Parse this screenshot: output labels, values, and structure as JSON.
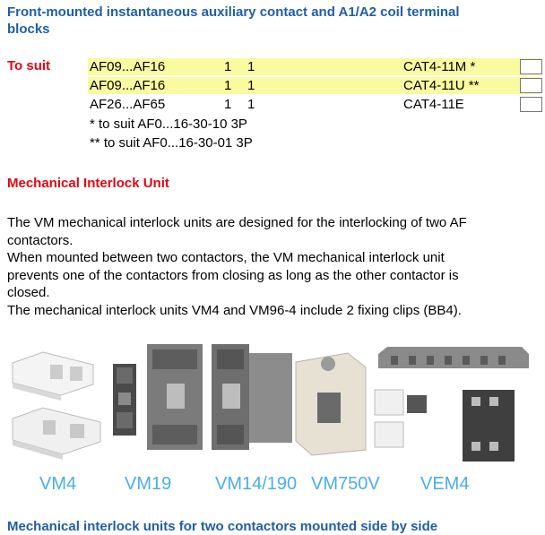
{
  "header": {
    "title_line1": "Front-mounted instantaneous auxiliary contact and A1/A2 coil terminal",
    "title_line2": "blocks"
  },
  "suit": {
    "label": "To suit",
    "rows": [
      {
        "range": "AF09...AF16",
        "a": "1",
        "b": "1",
        "code": "CAT4-11M *",
        "highlight": true
      },
      {
        "range": "AF09...AF16",
        "a": "1",
        "b": "1",
        "code": "CAT4-11U **",
        "highlight": true
      },
      {
        "range": "AF26...AF65",
        "a": "1",
        "b": "1",
        "code": "CAT4-11E",
        "highlight": false
      }
    ],
    "note1": "* to suit AF0...16-30-10 3P",
    "note2": "** to suit AF0...16-30-01 3P"
  },
  "interlock": {
    "heading": "Mechanical Interlock Unit",
    "p1_line1": "The VM mechanical interlock units are designed for the interlocking of two AF",
    "p1_line2": "contactors.",
    "p2_line1": "When mounted between two contactors, the VM mechanical interlock unit",
    "p2_line2": "prevents one of the contactors from closing as long as the other contactor is",
    "p2_line3": "closed.",
    "p3_line1": "The mechanical interlock units VM4 and VM96-4 include 2 fixing clips (BB4)."
  },
  "products": {
    "captions": [
      "VM4",
      "VM19",
      "VM14/190",
      "VM750V",
      "VEM4"
    ]
  },
  "footer": {
    "heading": "Mechanical interlock units for two contactors mounted side by side"
  },
  "colors": {
    "blue_heading": "#1f5ea8",
    "red_heading": "#e30613",
    "highlight": "#fafaa0",
    "caption": "#4aaee8"
  }
}
